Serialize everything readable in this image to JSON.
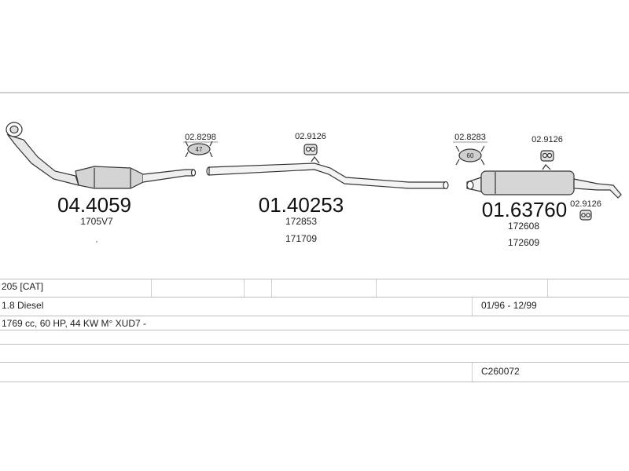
{
  "parts": [
    {
      "main": "04.4059",
      "refs": [
        "1705V7"
      ]
    },
    {
      "main": "01.40253",
      "refs": [
        "172853",
        "171709"
      ]
    },
    {
      "main": "01.63760",
      "refs": [
        "172608",
        "172609"
      ]
    }
  ],
  "clamps": [
    {
      "code": "02.8298",
      "size": "47"
    },
    {
      "code": "02.8283",
      "size": "60"
    }
  ],
  "hangers": [
    "02.9126",
    "02.9126",
    "02.9126"
  ],
  "table": {
    "model": "205  [CAT]",
    "engine": "1.8 Diesel",
    "date_range": "01/96 - 12/99",
    "spec": "1769 cc, 60 HP, 44 KW M° XUD7 -",
    "code": "C260072"
  }
}
